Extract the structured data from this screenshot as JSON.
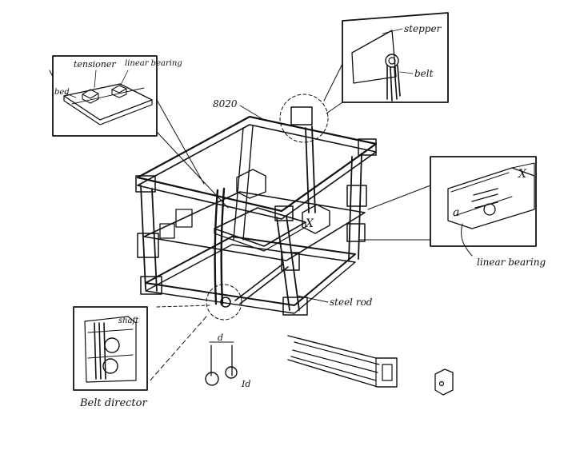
{
  "labels": {
    "tensioner": "tensioner",
    "linear_bearing_top": "linear bearing",
    "bed": "bed",
    "frame": "8020",
    "stepper": "stepper",
    "belt": "belt",
    "axis_x": "X",
    "axis_a": "a",
    "linear_bearing_right": "linear bearing",
    "steel_rod": "steel rod",
    "shaft": "shaft",
    "belt_director": "Belt director",
    "dim_d": "d",
    "dim_id": "Id"
  }
}
